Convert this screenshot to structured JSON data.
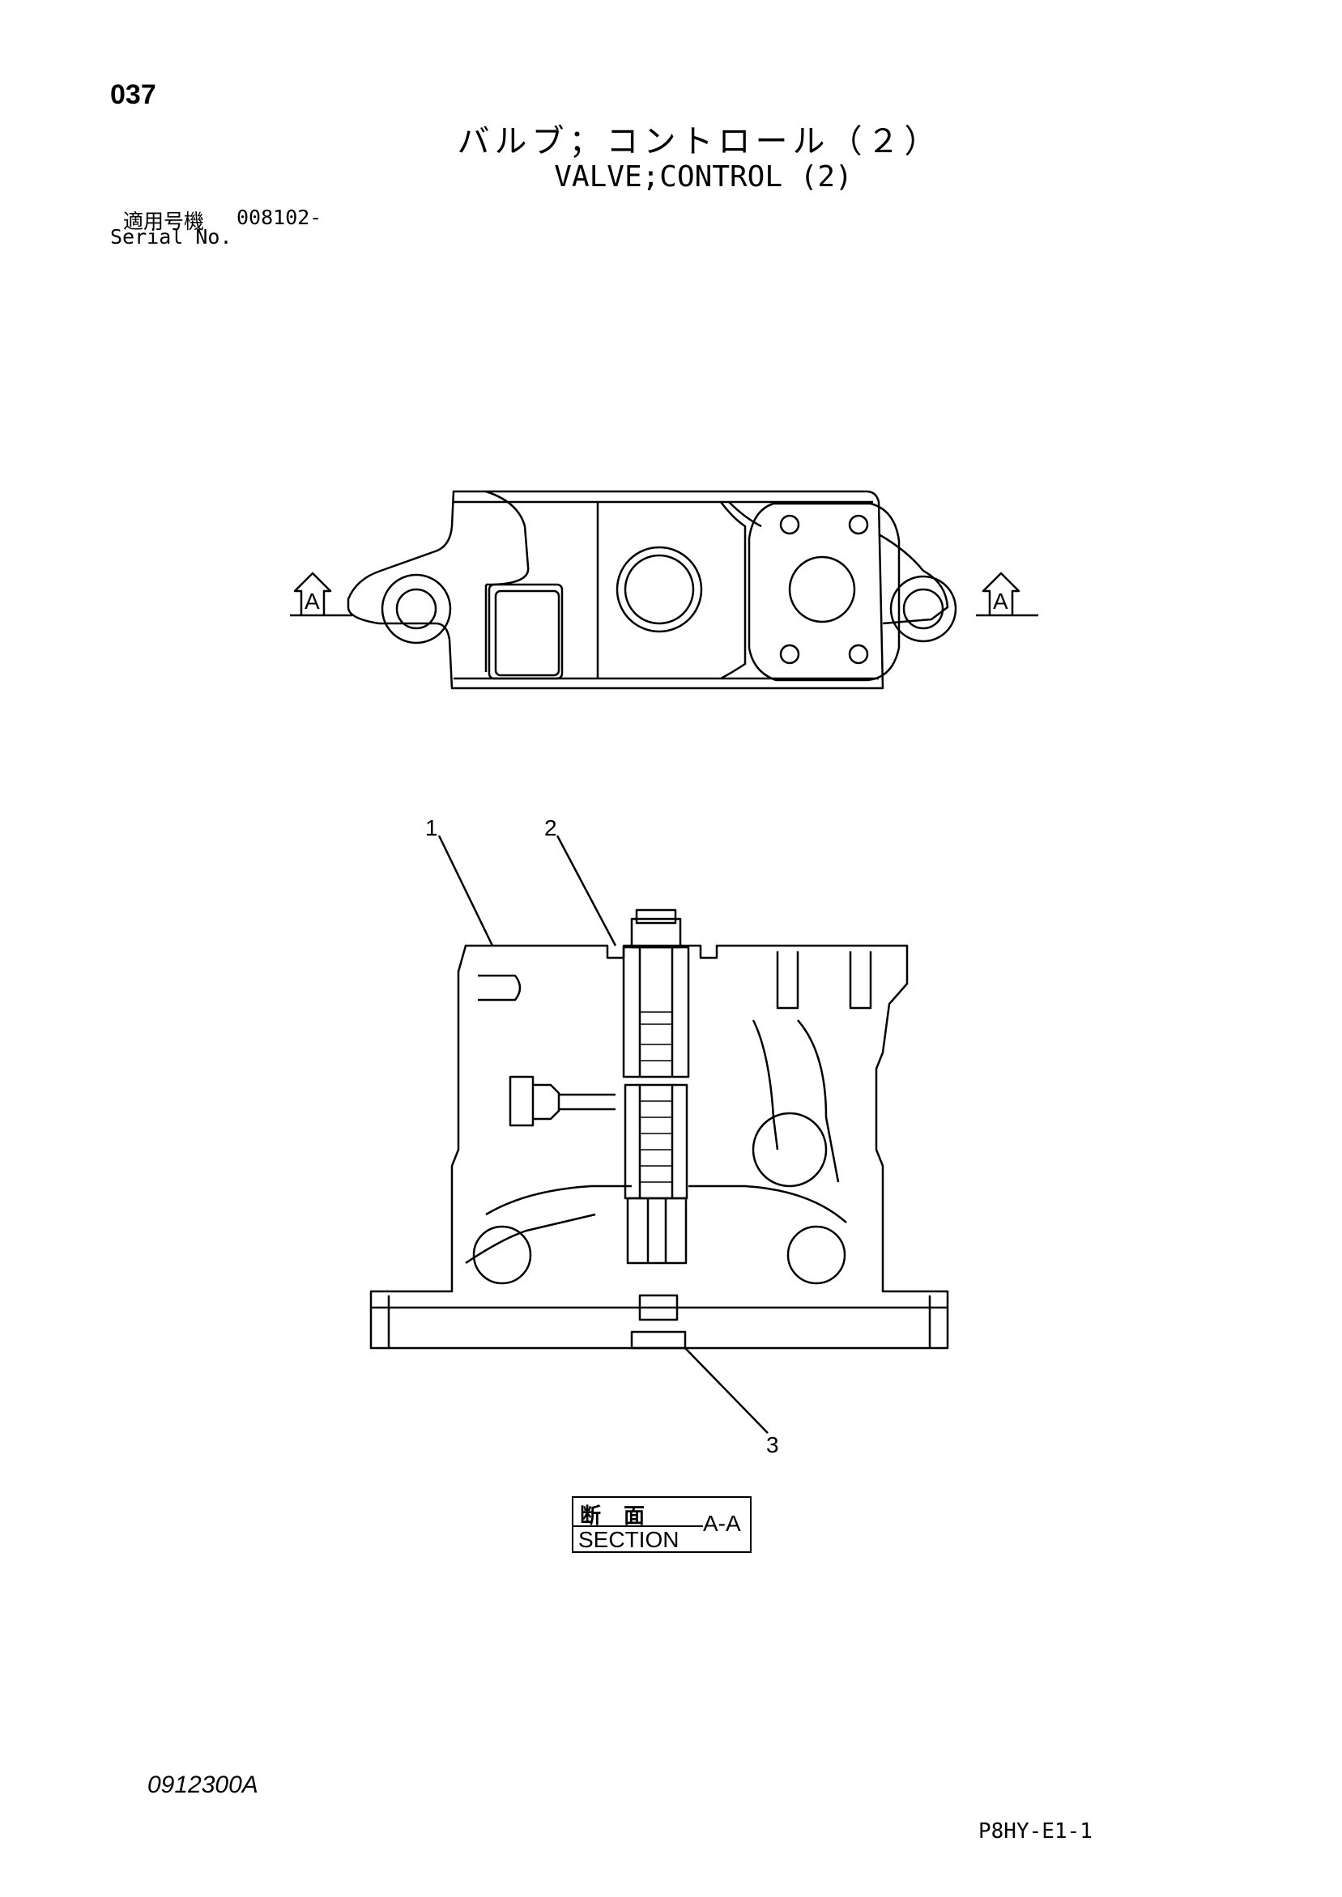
{
  "header": {
    "page_number": "037",
    "title_ja": "バルブ；コントロール（２）",
    "title_en": "VALVE;CONTROL (2)",
    "serial_label_ja": "適用号機",
    "serial_value": "008102-",
    "serial_label_en": "Serial No."
  },
  "drawing": {
    "section_marker": "A",
    "callouts": [
      "1",
      "2",
      "3"
    ],
    "section_label": {
      "ja": "断面",
      "en": "SECTION",
      "id": "A-A"
    }
  },
  "footer": {
    "doc_code": "0912300A",
    "sheet_code": "P8HY-E1-1"
  }
}
